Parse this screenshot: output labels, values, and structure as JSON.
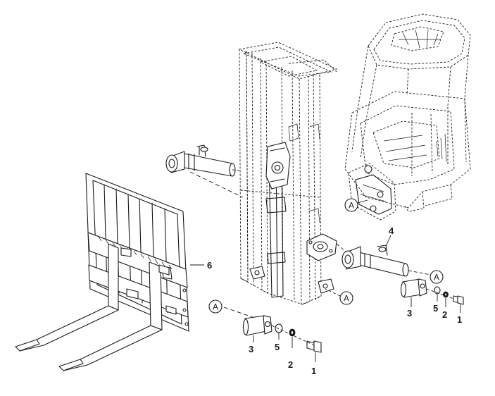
{
  "callouts": {
    "fork_carriage": "6",
    "tilt_cylinder_upper": "4",
    "pin_right": "3",
    "washer_right": "5",
    "nut_right": "2",
    "bolt_right": "1",
    "pin_bottom": "3",
    "washer_bottom": "5",
    "nut_bottom": "2",
    "bolt_bottom": "1"
  },
  "detail_markers": {
    "cab_mount": "A",
    "mast_bottom": "A",
    "cylinder_end": "A",
    "pin_assembly": "A"
  }
}
